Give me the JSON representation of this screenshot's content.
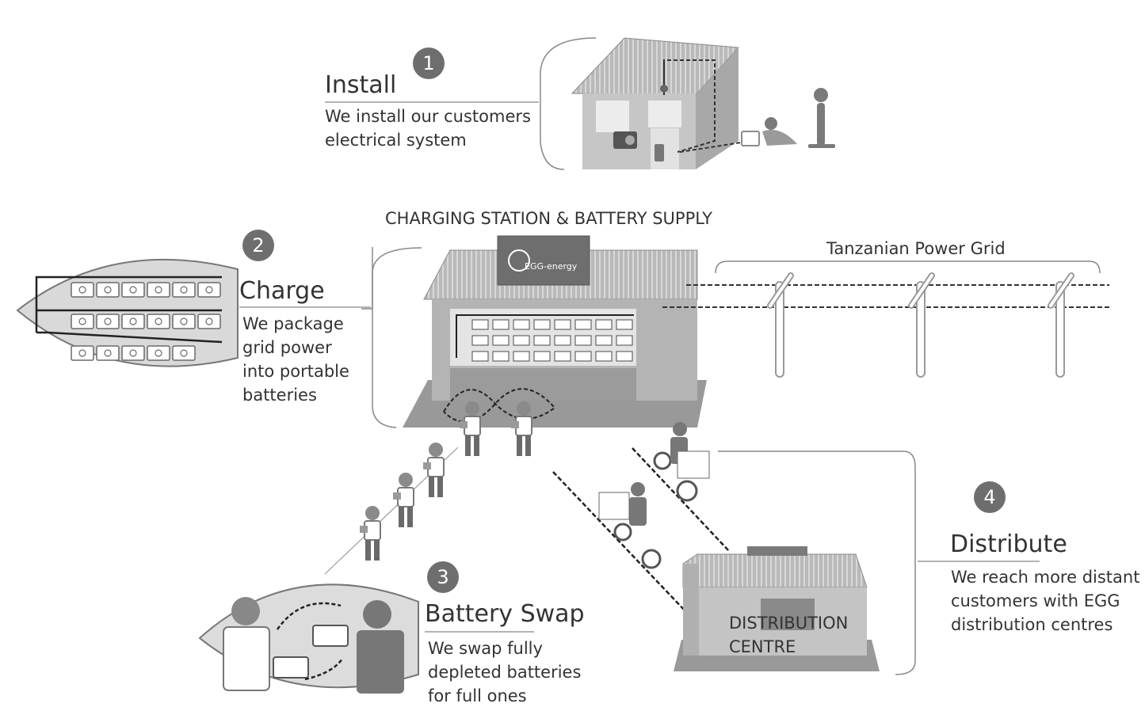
{
  "steps": [
    {
      "number": "1",
      "title": "Install",
      "desc": [
        "We install our  customers",
        "electrical system"
      ]
    },
    {
      "number": "2",
      "title": "Charge",
      "desc": [
        "We package",
        "grid power",
        "into portable",
        "batteries"
      ]
    },
    {
      "number": "3",
      "title": "Battery Swap",
      "desc": [
        "We swap fully",
        "depleted batteries",
        "for full ones"
      ]
    },
    {
      "number": "4",
      "title": "Distribute",
      "desc": [
        "We reach more distant",
        "customers with EGG",
        "distribution centres"
      ]
    }
  ],
  "labels": {
    "charging_station": "CHARGING STATION & BATTERY SUPPLY",
    "power_grid": "Tanzanian Power Grid",
    "distribution_centre": [
      "DISTRIBUTION",
      "CENTRE"
    ],
    "logo": "EGG-energy"
  },
  "colors": {
    "badge": "#6e6e6e",
    "building_light": "#c8c8c8",
    "building_mid": "#a6a6a6",
    "building_dark": "#7a7a7a",
    "outline": "#777777"
  },
  "icons": [
    "house-icon",
    "charging-station-icon",
    "power-pole-icon",
    "battery-icon",
    "person-icon",
    "bicycle-icon",
    "distribution-centre-icon",
    "lightbulb-icon",
    "radio-icon",
    "phone-icon"
  ]
}
